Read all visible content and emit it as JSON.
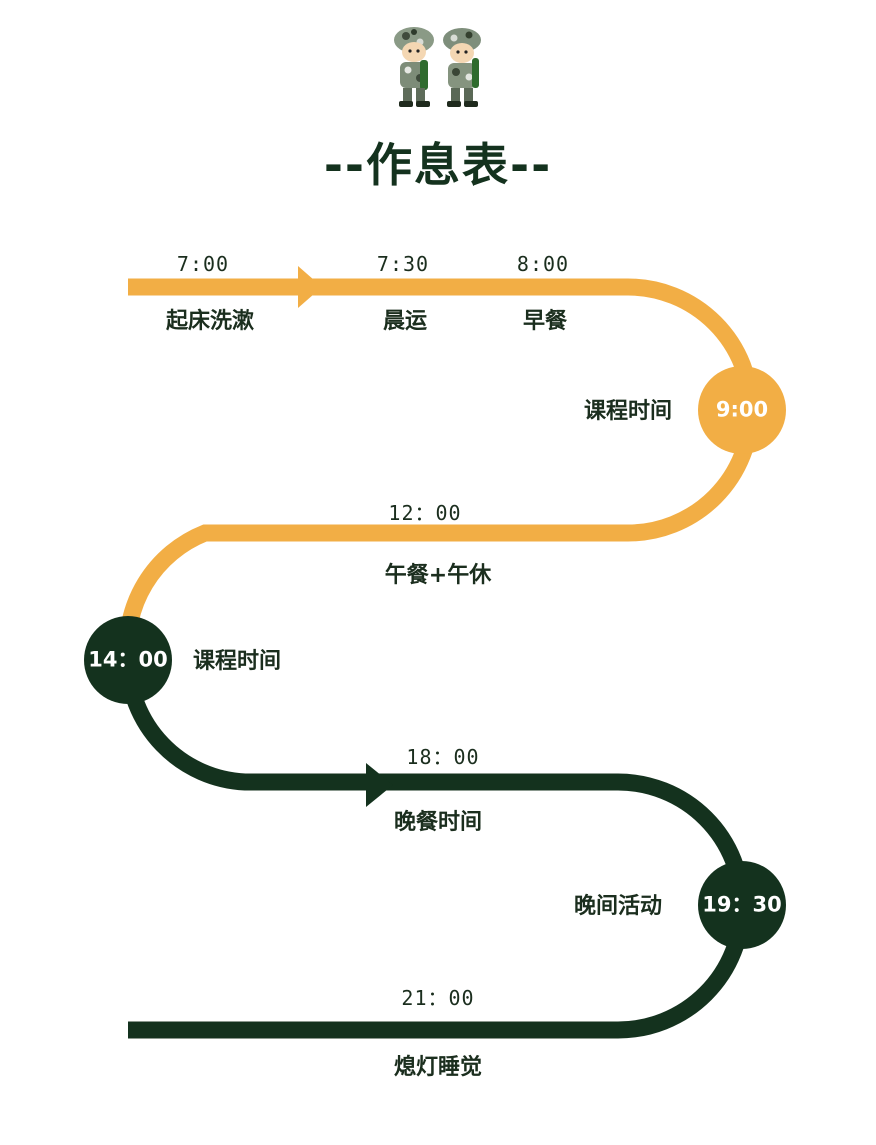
{
  "title": "--作息表--",
  "colors": {
    "first_half": "#f2ae45",
    "second_half": "#14321e",
    "text": "#1b2e1e"
  },
  "mascot_icon": "two-cartoon-soldiers-in-camouflage",
  "schedule": [
    {
      "time": "7:00",
      "activity": "起床洗漱"
    },
    {
      "time": "7:30",
      "activity": "晨运"
    },
    {
      "time": "8:00",
      "activity": "早餐"
    },
    {
      "time": "9:00",
      "activity": "课程时间"
    },
    {
      "time": "12：00",
      "activity": "午餐+午休"
    },
    {
      "time": "14：00",
      "activity": "课程时间"
    },
    {
      "time": "18：00",
      "activity": "晚餐时间"
    },
    {
      "time": "19：30",
      "activity": "晚间活动"
    },
    {
      "time": "21：00",
      "activity": "熄灯睡觉"
    }
  ]
}
